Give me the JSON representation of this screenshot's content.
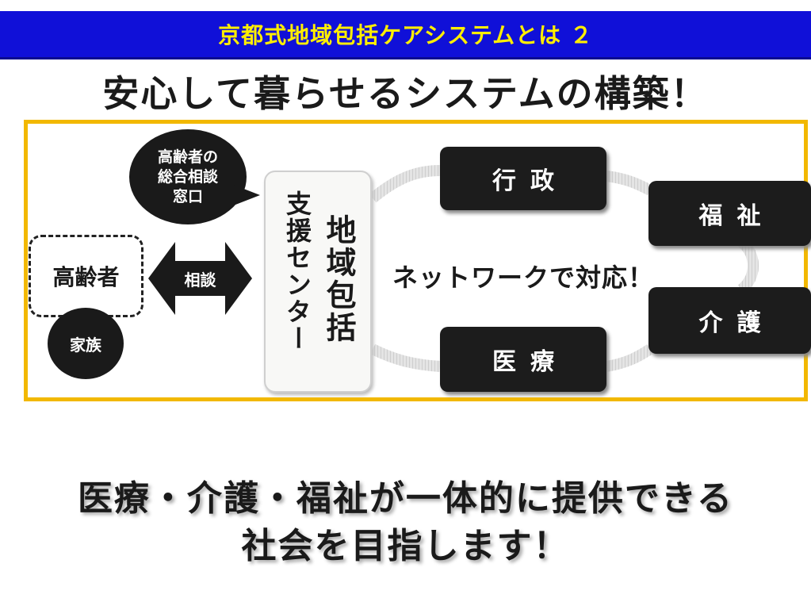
{
  "header": {
    "title": "京都式地域包括ケアシステムとは ２",
    "bg": "#1010d8",
    "fg": "#ffee00"
  },
  "subtitle": "安心して暮らせるシステムの構築！",
  "diagram": {
    "bubble_lines": [
      "高齢者の",
      "総合相談",
      "窓口"
    ],
    "elder": "高齢者",
    "family": "家族",
    "consult": "相談",
    "center_col1": "支援センター",
    "center_col2": "地域包括",
    "network": "ネットワークで対応！",
    "boxes": {
      "gyousei": "行政",
      "fukushi": "福祉",
      "kaigo": "介護",
      "iryou": "医療"
    },
    "frame_color": "#f2b800"
  },
  "message_lines": [
    "医療・介護・福祉が一体的に提供できる",
    "社会を目指します！"
  ]
}
